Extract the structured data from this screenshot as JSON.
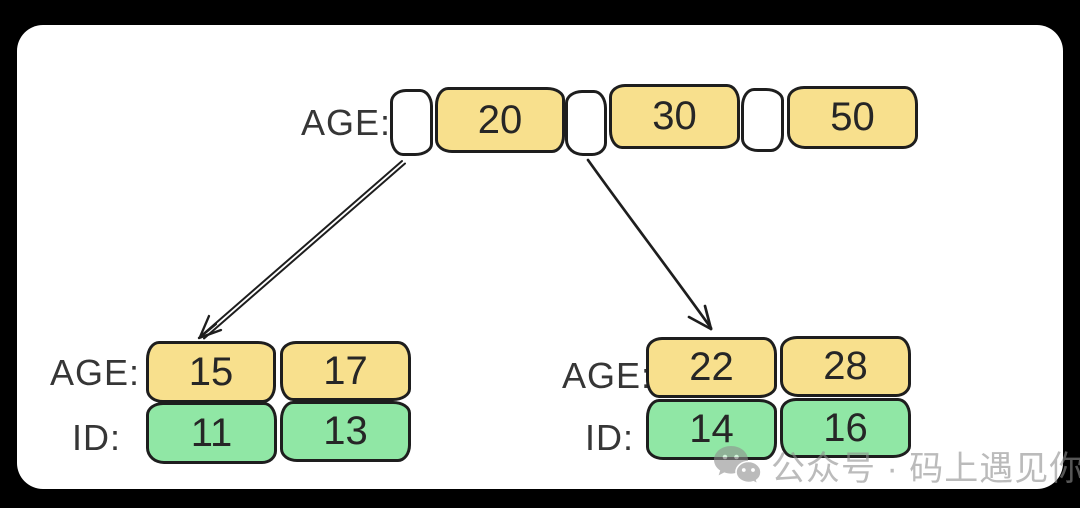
{
  "root": {
    "label": "AGE:",
    "keys": [
      "20",
      "30",
      "50"
    ]
  },
  "left_leaf": {
    "age_label": "AGE:",
    "ages": [
      "15",
      "17"
    ],
    "id_label": "ID:",
    "ids": [
      "11",
      "13"
    ]
  },
  "right_leaf": {
    "age_label": "AGE:",
    "ages": [
      "22",
      "28"
    ],
    "id_label": "ID:",
    "ids": [
      "14",
      "16"
    ]
  },
  "watermark": {
    "icon": "wechat-icon",
    "text": "公众号 · 码上遇见你"
  },
  "colors": {
    "key_fill": "#f8e08d",
    "id_fill": "#90e7a5",
    "stroke": "#1e1e1e",
    "canvas_bg": "#ffffff",
    "page_bg": "#000000",
    "watermark_text": "#8f8f8f"
  }
}
